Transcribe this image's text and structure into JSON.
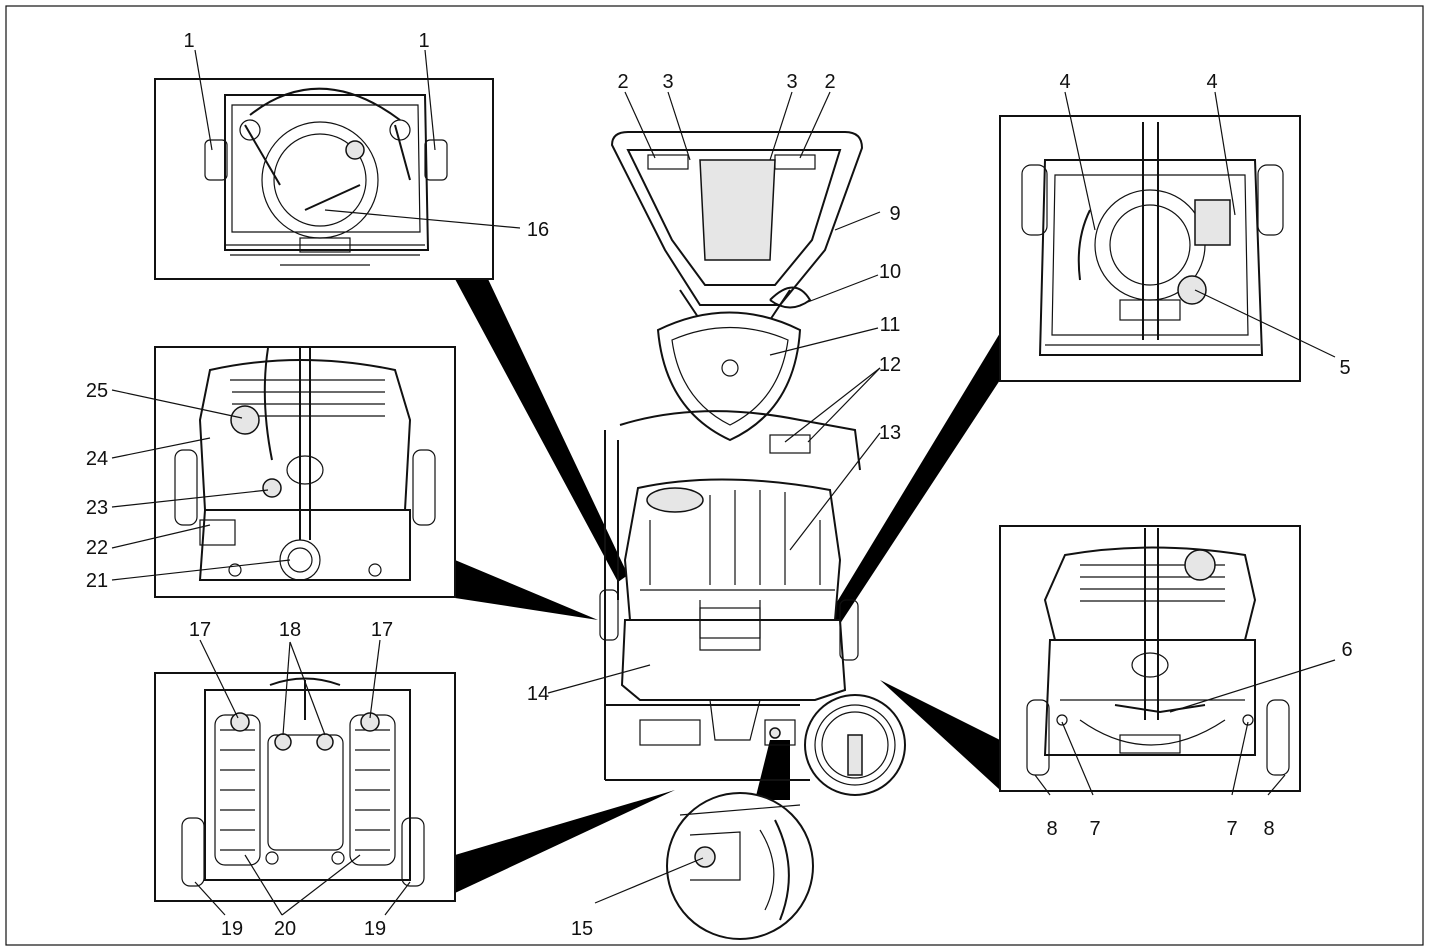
{
  "labels": {
    "l1a": "1",
    "l1b": "1",
    "l2a": "2",
    "l2b": "2",
    "l3a": "3",
    "l3b": "3",
    "l4a": "4",
    "l4b": "4",
    "l5": "5",
    "l6": "6",
    "l7a": "7",
    "l7b": "7",
    "l8a": "8",
    "l8b": "8",
    "l9": "9",
    "l10": "10",
    "l11": "11",
    "l12": "12",
    "l13": "13",
    "l14": "14",
    "l15": "15",
    "l16": "16",
    "l17a": "17",
    "l17b": "17",
    "l18": "18",
    "l19a": "19",
    "l19b": "19",
    "l20": "20",
    "l21": "21",
    "l22": "22",
    "l23": "23",
    "l24": "24",
    "l25": "25"
  }
}
